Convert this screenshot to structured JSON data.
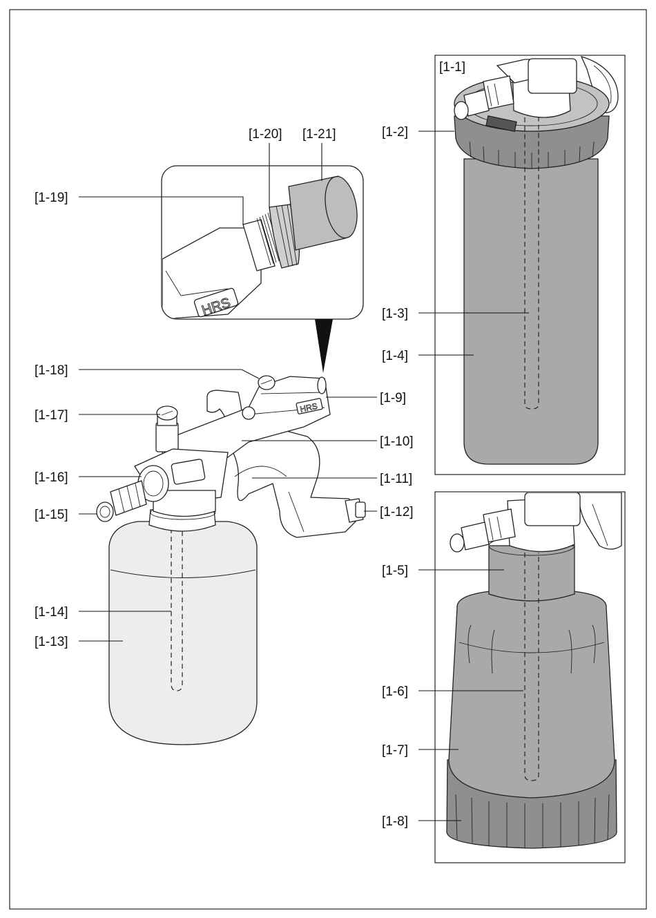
{
  "labels": {
    "l1_1": "[1-1]",
    "l1_2": "[1-2]",
    "l1_3": "[1-3]",
    "l1_4": "[1-4]",
    "l1_5": "[1-5]",
    "l1_6": "[1-6]",
    "l1_7": "[1-7]",
    "l1_8": "[1-8]",
    "l1_9": "[1-9]",
    "l1_10": "[1-10]",
    "l1_11": "[1-11]",
    "l1_12": "[1-12]",
    "l1_13": "[1-13]",
    "l1_14": "[1-14]",
    "l1_15": "[1-15]",
    "l1_16": "[1-16]",
    "l1_17": "[1-17]",
    "l1_18": "[1-18]",
    "l1_19": "[1-19]",
    "l1_20": "[1-20]",
    "l1_21": "[1-21]"
  },
  "brand": "HRS",
  "colors": {
    "container_grey": "#a9a9a9",
    "outline": "#222222"
  }
}
